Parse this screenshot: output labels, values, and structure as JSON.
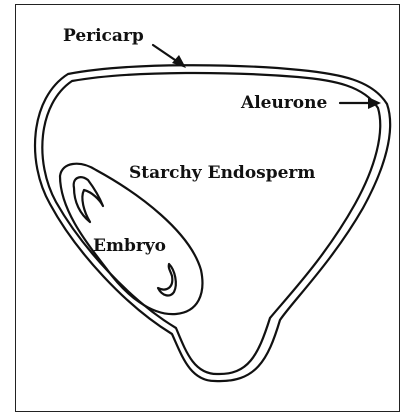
{
  "labels": {
    "pericarp": "Pericarp",
    "aleurone": "Aleurone",
    "endosperm": "Starchy Endosperm",
    "embryo": "Embryo"
  },
  "colors": {
    "stroke": "#111111",
    "background": "#ffffff"
  }
}
